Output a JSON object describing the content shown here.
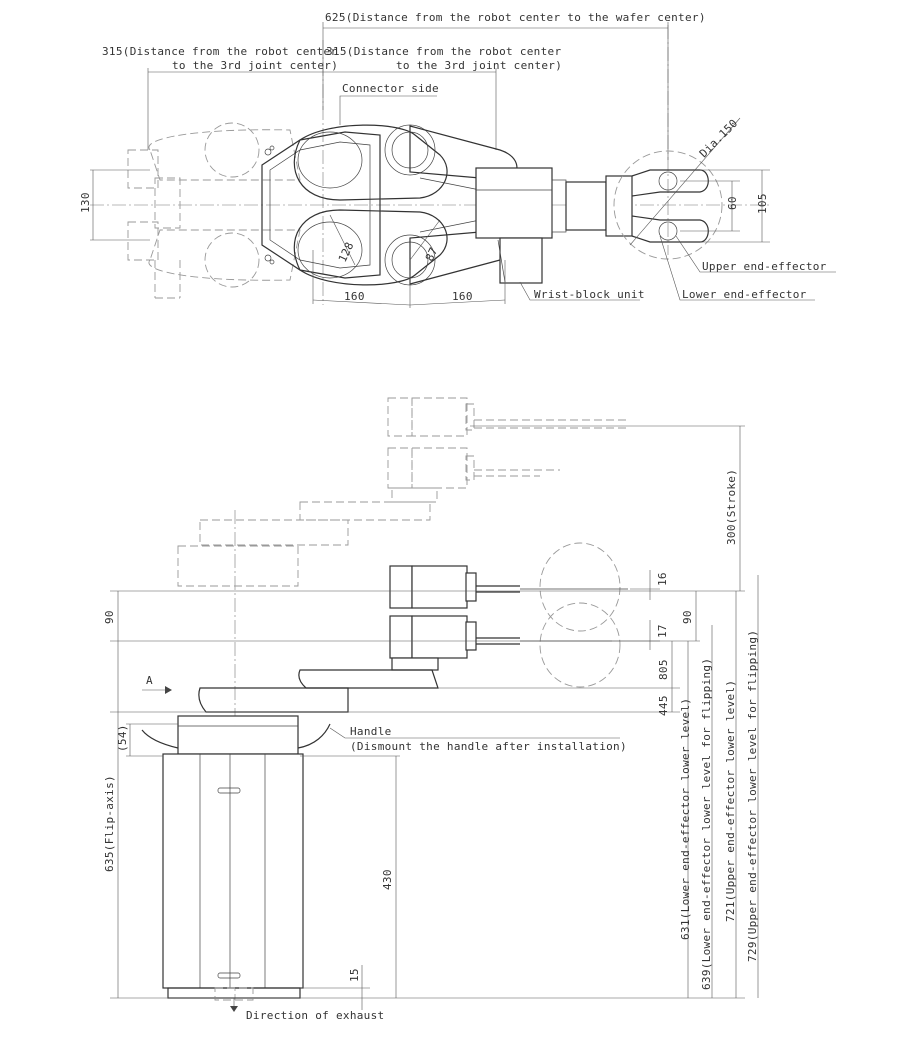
{
  "top_view": {
    "dim_625": "625(Distance from the robot center to the wafer center)",
    "dim_315_left_1": "315(Distance from the robot center",
    "dim_315_left_2": "to the 3rd joint center)",
    "dim_315_right_1": "315(Distance from the robot center",
    "dim_315_right_2": "to the 3rd joint center)",
    "connector_side": "Connector side",
    "dim_130": "130",
    "dim_128": "128",
    "dim_87": "87",
    "dim_160_a": "160",
    "dim_160_b": "160",
    "wrist_block": "Wrist-block unit",
    "dia_150": "Dia.150",
    "dim_60": "60",
    "dim_105": "105",
    "upper_end_effector": "Upper end-effector",
    "lower_end_effector": "Lower end-effector"
  },
  "side_view": {
    "stroke_300": "300(Stroke)",
    "dim_90_left": "90",
    "dim_90_right": "90",
    "dim_16": "16",
    "dim_17": "17",
    "dim_805": "805",
    "dim_445": "445",
    "arrow_a": "A",
    "dim_54": "(54)",
    "handle_1": "Handle",
    "handle_2": "(Dismount the handle after installation)",
    "dim_635": "635(Flip-axis)",
    "dim_430": "430",
    "dim_15": "15",
    "exhaust": "Direction of exhaust",
    "dim_631": "631(Lower end-effector lower level)",
    "dim_639": "639(Lower end-effector lower level for flipping)",
    "dim_721": "721(Upper end-effector lower level)",
    "dim_729": "729(Upper end-effector lower level for flipping)"
  }
}
